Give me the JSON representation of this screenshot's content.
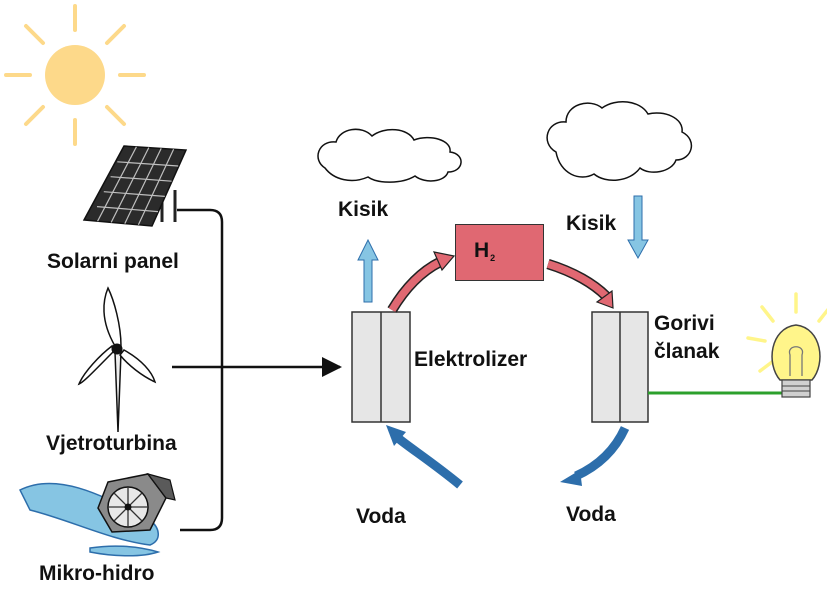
{
  "labels": {
    "solar_panel": "Solarni panel",
    "wind_turbine": "Vjetroturbina",
    "micro_hydro": "Mikro-hidro",
    "oxygen_left": "Kisik",
    "oxygen_right": "Kisik",
    "hydrogen": "H",
    "hydrogen_subscript": "2",
    "electrolyzer": "Elektrolizer",
    "fuel_cell_line1": "Gorivi",
    "fuel_cell_line2": "članak",
    "water_left": "Voda",
    "water_right": "Voda"
  },
  "colors": {
    "sun": "#fdd98a",
    "hydrogen_box": "#e06872",
    "pink_arrow": "#e06872",
    "oxygen_arrow": "#86c5e3",
    "water_arrow": "#2d6eab",
    "fuel_cell_wire": "#2ca02c",
    "bulb": "#fff58a",
    "cell_gray": "#e6e6e6"
  },
  "icons": [
    "sun-icon",
    "solar-panel-icon",
    "wind-turbine-icon",
    "micro-hydro-turbine-icon",
    "cloud-icon",
    "light-bulb-icon"
  ]
}
